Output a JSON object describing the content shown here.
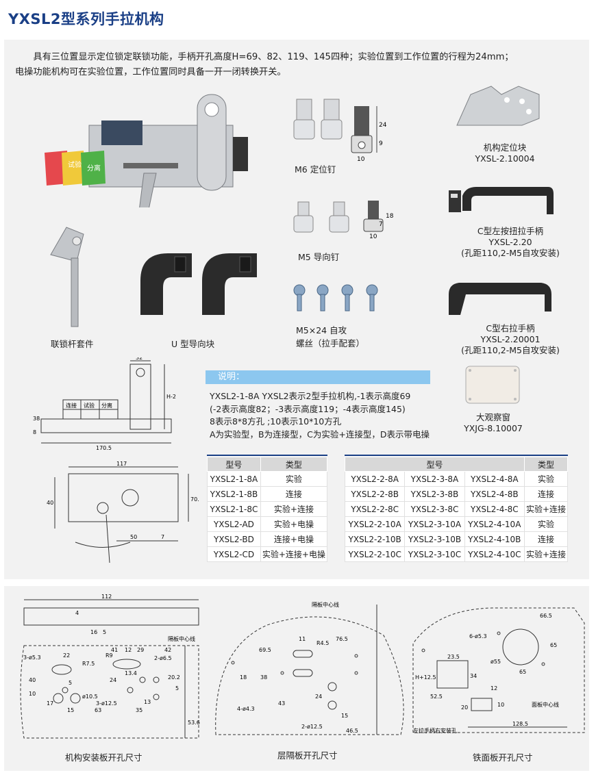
{
  "title": "YXSL2型系列手拉机构",
  "intro": {
    "line1": "具有三位置显示定位锁定联锁功能，手柄开孔高度H=69、82、119、145四种；实验位置到工作位置的行程为24mm；",
    "line2": "电操功能机构可在实验位置，工作位置同时具备一开一闭转换开关。"
  },
  "components": {
    "m6_pin": "M6 定位钉",
    "m5_pin": "M5 导向钉",
    "screw_line1": "M5×24 自攻",
    "screw_line2": "螺丝（拉手配套）",
    "interlock_kit": "联锁杆套件",
    "u_block": "U 型导向块",
    "locator": {
      "name": "机构定位块",
      "code": "YXSL-2.10004"
    },
    "handle_left": {
      "name": "C型左按扭拉手柄",
      "code": "YXSL-2.20",
      "note": "(孔距110,2-M5自攻安装)"
    },
    "handle_right": {
      "name": "C型右拉手柄",
      "code": "YXSL-2.20001",
      "note": "(孔距110,2-M5自攻安装)"
    },
    "window": {
      "name": "大观察窗",
      "code": "YXJG-8.10007"
    },
    "indicator_labels": [
      "试验",
      "分离"
    ],
    "m6_dims": [
      "24",
      "9",
      "10"
    ],
    "m5_dims": [
      "18",
      "7",
      "10"
    ]
  },
  "notes": {
    "header": "说明：",
    "lines": [
      "YXSL2-1-8A  YXSL2表示2型手拉机构,-1表示高度69",
      "(-2表示高度82；-3表示高度119；-4表示高度145)",
      "8表示8*8方孔 ;10表示10*10方孔",
      "A为实验型，B为连接型，C为实验+连接型，D表示带电操"
    ]
  },
  "drawing1": {
    "dims": [
      "32",
      "H-2",
      "38",
      "8",
      "170.5"
    ],
    "labels": [
      "连接",
      "试验",
      "分离"
    ]
  },
  "drawing2": {
    "dims": [
      "117",
      "40",
      "70.5",
      "50",
      "7"
    ]
  },
  "table1": {
    "headers": [
      "型号",
      "类型"
    ],
    "rows": [
      [
        "YXSL2-1-8A",
        "实验"
      ],
      [
        "YXSL2-1-8B",
        "连接"
      ],
      [
        "YXSL2-1-8C",
        "实验+连接"
      ],
      [
        "YXSL2-AD",
        "实验+电操"
      ],
      [
        "YXSL2-BD",
        "连接+电操"
      ],
      [
        "YXSL2-CD",
        "实验+连接+电操"
      ]
    ]
  },
  "table2": {
    "headers": [
      "型号",
      "类型"
    ],
    "rows": [
      [
        "YXSL2-2-8A",
        "YXSL2-3-8A",
        "YXSL2-4-8A",
        "实验"
      ],
      [
        "YXSL2-2-8B",
        "YXSL2-3-8B",
        "YXSL2-4-8B",
        "连接"
      ],
      [
        "YXSL2-2-8C",
        "YXSL2-3-8C",
        "YXSL2-4-8C",
        "实验+连接"
      ],
      [
        "YXSL2-2-10A",
        "YXSL2-3-10A",
        "YXSL2-4-10A",
        "实验"
      ],
      [
        "YXSL2-2-10B",
        "YXSL2-3-10B",
        "YXSL2-4-10B",
        "连接"
      ],
      [
        "YXSL2-2-10C",
        "YXSL2-3-10C",
        "YXSL2-4-10C",
        "实验+连接"
      ]
    ]
  },
  "cutout1": {
    "caption": "机构安装板开孔尺寸",
    "dims": {
      "d112": "112",
      "d4": "4",
      "d16": "16",
      "d5": "5",
      "partition": "隔板中心线",
      "d3_53": "3-ø5.3",
      "d22": "22",
      "dR75": "R7.5",
      "dR9": "R9",
      "d41": "41",
      "d12": "12",
      "d29": "29",
      "d42": "42",
      "d2_65": "2-ø6.5",
      "d40": "40",
      "d10": "10",
      "d17": "17",
      "d5b": "5",
      "d105": "ø10.5",
      "d24": "24",
      "d134": "13.4",
      "d202": "20.2",
      "d5c": "5",
      "d15": "15",
      "d63": "63",
      "d3_125": "3-ø12.5",
      "d35": "35",
      "d13": "13",
      "d536": "53.6"
    }
  },
  "cutout2": {
    "caption": "层隔板开孔尺寸",
    "dims": {
      "partition": "隔板中心线",
      "d11": "11",
      "dR45": "R4.5",
      "d765": "76.5",
      "d695": "69.5",
      "d18": "18",
      "d38": "38",
      "d4_43": "4-ø4.3",
      "d43": "43",
      "d24": "24",
      "d2_125": "2-ø12.5",
      "d15": "15",
      "d465": "46.5"
    }
  },
  "cutout3": {
    "caption": "铁面板开孔尺寸",
    "dims": {
      "d665": "66.5",
      "d6_53": "6-ø5.3",
      "d65a": "65",
      "d235": "23.5",
      "d55": "ø55",
      "d65b": "65",
      "dH125": "H+12.5",
      "d34": "34",
      "d12": "12",
      "d525": "52.5",
      "d20": "20",
      "d10": "10",
      "d1285": "128.5",
      "panel": "面板中心线",
      "left_hole": "左拉手柄右安装孔"
    }
  }
}
